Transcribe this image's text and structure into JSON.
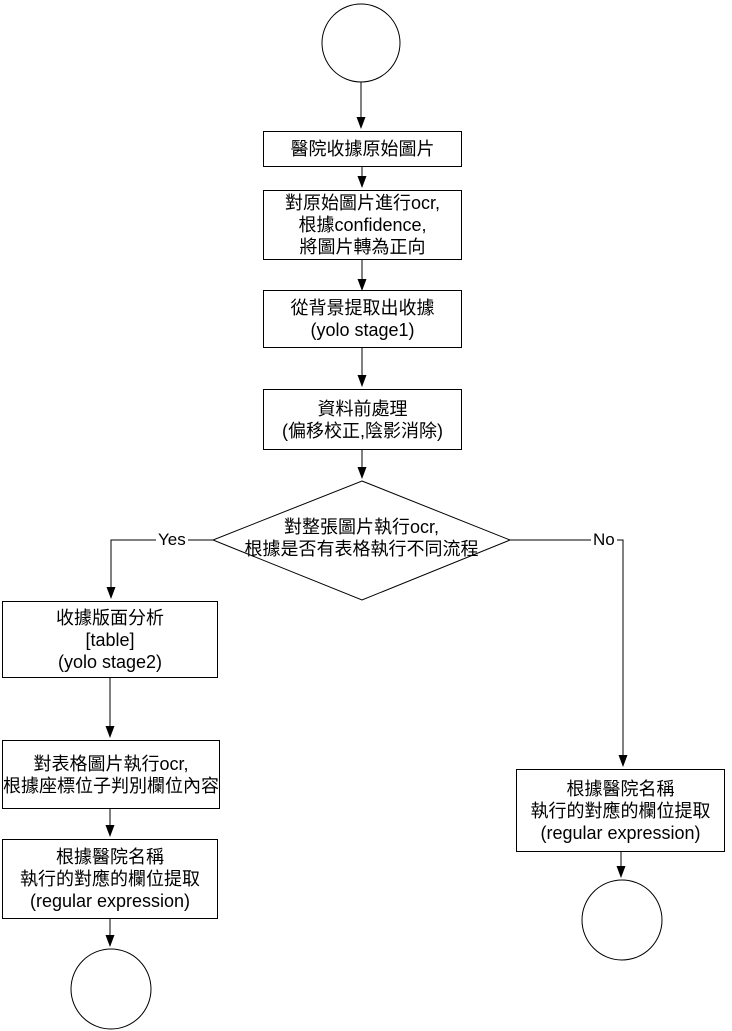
{
  "diagram": {
    "colors": {
      "stroke": "#000000",
      "fill": "#ffffff",
      "text": "#000000"
    },
    "edge_labels": {
      "yes": "Yes",
      "no": "No"
    },
    "nodes": {
      "box_original": {
        "lines": [
          "醫院收據原始圖片"
        ]
      },
      "box_ocr_orient": {
        "lines": [
          "對原始圖片進行ocr,",
          "根據confidence,",
          "將圖片轉為正向"
        ]
      },
      "box_extract": {
        "lines": [
          "從背景提取出收據",
          "(yolo stage1)"
        ]
      },
      "box_preprocess": {
        "lines": [
          "資料前處理",
          "(偏移校正,陰影消除)"
        ]
      },
      "decision_table": {
        "lines": [
          "對整張圖片執行ocr,",
          "根據是否有表格執行不同流程"
        ]
      },
      "box_layout": {
        "lines": [
          "收據版面分析",
          "[table]",
          "(yolo stage2)"
        ]
      },
      "box_table_ocr": {
        "lines": [
          "對表格圖片執行ocr,",
          "根據座標位子判別欄位內容"
        ]
      },
      "box_regex_left": {
        "lines": [
          "根據醫院名稱",
          "執行的對應的欄位提取",
          "(regular expression)"
        ]
      },
      "box_regex_right": {
        "lines": [
          "根據醫院名稱",
          "執行的對應的欄位提取",
          "(regular expression)"
        ]
      }
    }
  }
}
